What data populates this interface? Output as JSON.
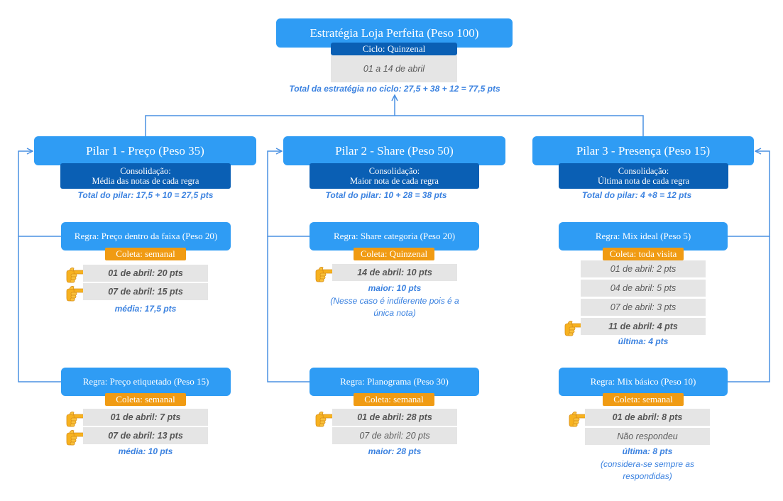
{
  "strategy": {
    "title": "Estratégia Loja Perfeita (Peso 100)",
    "cycle": "Ciclo: Quinzenal",
    "period": "01 a 14 de abril",
    "total": "Total da estratégia no ciclo: 27,5 + 38 + 12 = 77,5 pts"
  },
  "pillars": [
    {
      "title": "Pilar 1 - Preço (Peso 35)",
      "consolidation_line1": "Consolidação:",
      "consolidation_line2": "Média das notas de cada regra",
      "total": "Total do pilar: 17,5 + 10 = 27,5 pts",
      "rules": [
        {
          "title": "Regra: Preço dentro da faixa (Peso 20)",
          "collection": "Coleta: semanal",
          "entries": [
            {
              "text": "01 de abril: 20 pts",
              "selected": true
            },
            {
              "text": "07 de abril: 15 pts",
              "selected": true
            }
          ],
          "result": "média: 17,5 pts",
          "note": ""
        },
        {
          "title": "Regra: Preço etiquetado (Peso 15)",
          "collection": "Coleta: semanal",
          "entries": [
            {
              "text": "01 de abril: 7 pts",
              "selected": true
            },
            {
              "text": "07 de abril: 13 pts",
              "selected": true
            }
          ],
          "result": "média: 10 pts",
          "note": ""
        }
      ]
    },
    {
      "title": "Pilar 2 - Share (Peso 50)",
      "consolidation_line1": "Consolidação:",
      "consolidation_line2": "Maior nota de cada regra",
      "total": "Total do pilar: 10 + 28 = 38 pts",
      "rules": [
        {
          "title": "Regra: Share categoria (Peso 20)",
          "collection": "Coleta: Quinzenal",
          "entries": [
            {
              "text": "14 de abril: 10 pts",
              "selected": true
            }
          ],
          "result": "maior: 10 pts",
          "note": "(Nesse caso é indiferente pois é a única nota)"
        },
        {
          "title": "Regra: Planograma (Peso 30)",
          "collection": "Coleta: semanal",
          "entries": [
            {
              "text": "01 de abril: 28 pts",
              "selected": true
            },
            {
              "text": "07 de abril: 20 pts",
              "selected": false
            }
          ],
          "result": "maior: 28 pts",
          "note": ""
        }
      ]
    },
    {
      "title": "Pilar 3 - Presença (Peso 15)",
      "consolidation_line1": "Consolidação:",
      "consolidation_line2": "Última nota de cada regra",
      "total": "Total do pilar: 4 +8 = 12 pts",
      "rules": [
        {
          "title": "Regra: Mix ideal (Peso 5)",
          "collection": "Coleta: toda visita",
          "entries": [
            {
              "text": "01 de abril: 2 pts",
              "selected": false
            },
            {
              "text": "04 de abril: 5 pts",
              "selected": false
            },
            {
              "text": "07 de abril: 3 pts",
              "selected": false
            },
            {
              "text": "11 de abril: 4 pts",
              "selected": true
            }
          ],
          "result": "última: 4 pts",
          "note": ""
        },
        {
          "title": "Regra: Mix básico (Peso 10)",
          "collection": "Coleta: semanal",
          "entries": [
            {
              "text": "01 de abril: 8 pts",
              "selected": true
            },
            {
              "text": "Não respondeu",
              "selected": false
            }
          ],
          "result": "última: 8 pts",
          "note": "(considera-se sempre as respondidas)"
        }
      ]
    }
  ],
  "colors": {
    "primary": "#2f9cf4",
    "dark": "#0a5fb4",
    "orange": "#f09b13",
    "line": "#4a90e2",
    "note": "#3b82e0",
    "grey": "#e5e5e5"
  },
  "icons": {
    "selection": "pointing-hand-icon"
  }
}
